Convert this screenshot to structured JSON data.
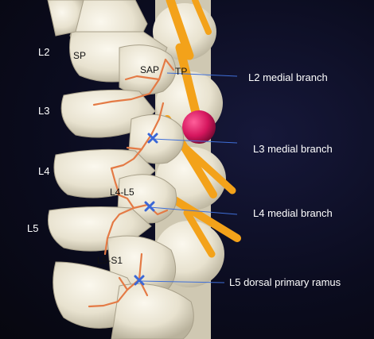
{
  "levels": {
    "l2": "L2",
    "l3": "L3",
    "l4": "L4",
    "l5": "L5"
  },
  "structures": {
    "sp": "SP",
    "sap": "SAP",
    "tp": "TP",
    "l4_l5": "L4-L5",
    "l5_s1": "L5-S1"
  },
  "annotations": {
    "l2_medial_branch": "L2 medial branch",
    "l3_medial_branch": "L3 medial branch",
    "l4_medial_branch": "L4 medial branch",
    "l5_dorsal_primary_ramus": "L5 dorsal primary ramus"
  },
  "colors": {
    "bone": "#ece7d6",
    "nerve_yellow": "#f3a21a",
    "nerve_orange": "#e47a45",
    "marker_blue": "#3a67d6",
    "leader_line": "#3f6fd8",
    "sphere_magenta": "#d5165e"
  }
}
